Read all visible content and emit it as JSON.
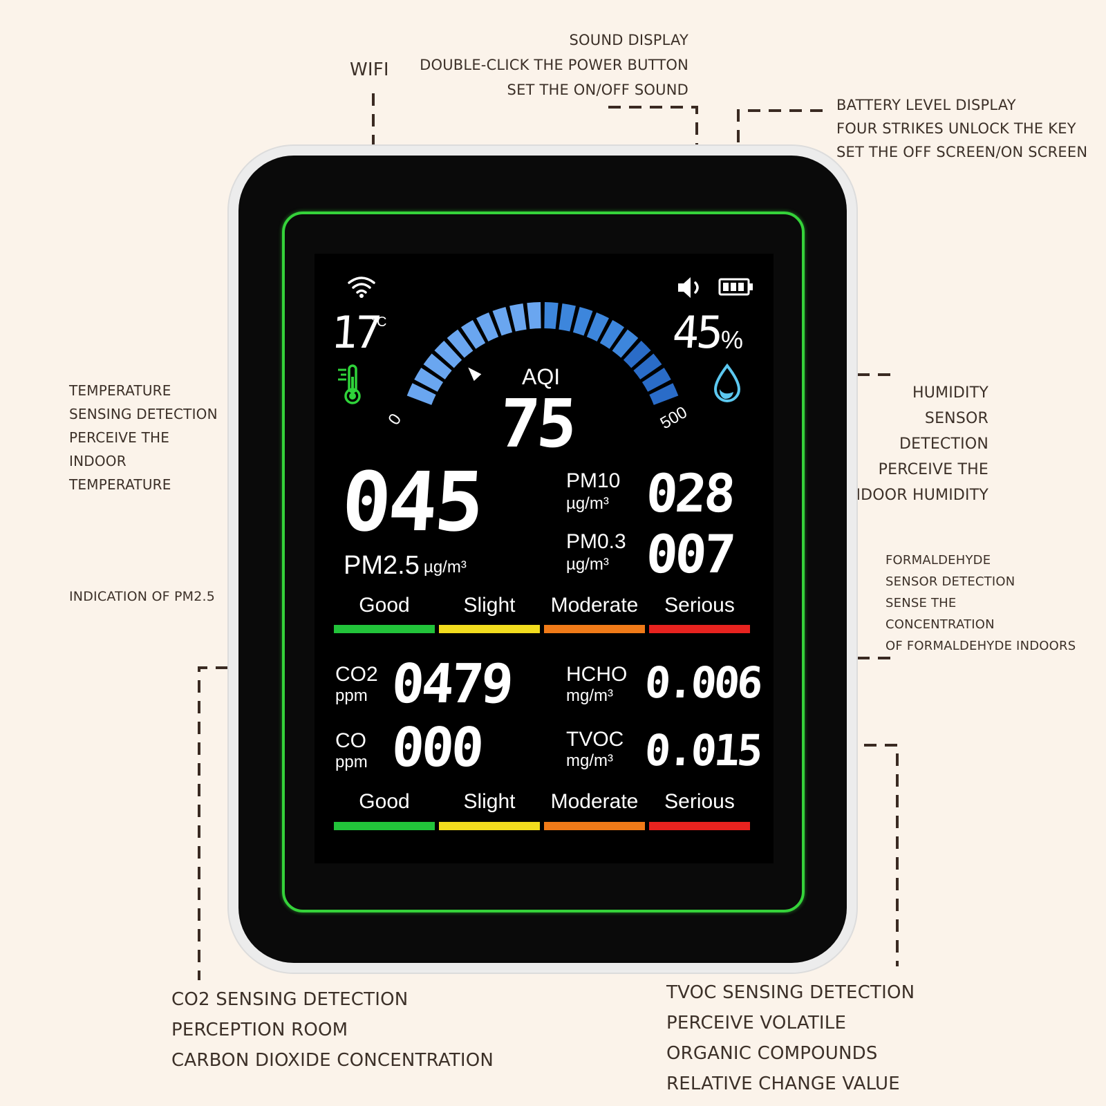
{
  "annotations": {
    "wifi": "WIFI",
    "sound": [
      "SOUND DISPLAY",
      "DOUBLE-CLICK THE POWER BUTTON",
      "SET THE ON/OFF SOUND"
    ],
    "battery": [
      "BATTERY LEVEL DISPLAY",
      "FOUR STRIKES UNLOCK THE KEY",
      "SET THE OFF SCREEN/ON SCREEN"
    ],
    "temperature": [
      "TEMPERATURE",
      "SENSING DETECTION",
      "PERCEIVE THE",
      "INDOOR",
      "TEMPERATURE"
    ],
    "humidity": [
      "HUMIDITY",
      "SENSOR",
      "DETECTION",
      "PERCEIVE THE",
      "INDOOR HUMIDITY"
    ],
    "pm25": "INDICATION OF PM2.5",
    "formaldehyde": [
      "FORMALDEHYDE",
      "SENSOR DETECTION",
      "SENSE THE",
      "CONCENTRATION",
      "OF FORMALDEHYDE INDOORS"
    ],
    "co2": [
      "CO2 SENSING DETECTION",
      "PERCEPTION ROOM",
      "CARBON DIOXIDE CONCENTRATION"
    ],
    "tvoc": [
      "TVOC SENSING DETECTION",
      "PERCEIVE VOLATILE",
      "ORGANIC COMPOUNDS",
      "RELATIVE CHANGE VALUE"
    ]
  },
  "display": {
    "temperature": {
      "value": "17",
      "unit": "°C"
    },
    "humidity": {
      "value": "45",
      "unit": "%"
    },
    "aqi": {
      "label": "AQI",
      "value": "75",
      "min": "0",
      "max": "500"
    },
    "pm25": {
      "value": "045",
      "label": "PM2.5",
      "unit": "µg/m³"
    },
    "pm10": {
      "value": "028",
      "label": "PM10",
      "unit": "µg/m³"
    },
    "pm03": {
      "value": "007",
      "label": "PM0.3",
      "unit": "µg/m³"
    },
    "co2": {
      "value": "0479",
      "label": "CO2",
      "unit": "ppm"
    },
    "co": {
      "value": "000",
      "label": "CO",
      "unit": "ppm"
    },
    "hcho": {
      "value": "0.006",
      "label": "HCHO",
      "unit": "mg/m³"
    },
    "tvoc": {
      "value": "0.015",
      "label": "TVOC",
      "unit": "mg/m³"
    },
    "levels": [
      "Good",
      "Slight",
      "Moderate",
      "Serious"
    ],
    "level_colors": [
      "#22c33a",
      "#f2dc1e",
      "#f07a18",
      "#e8231f"
    ],
    "gauge_color": "#4a90e2",
    "frame_color": "#35d23a"
  },
  "icons": [
    "wifi-icon",
    "speaker-icon",
    "battery-icon",
    "thermometer-icon",
    "water-drop-icon"
  ]
}
